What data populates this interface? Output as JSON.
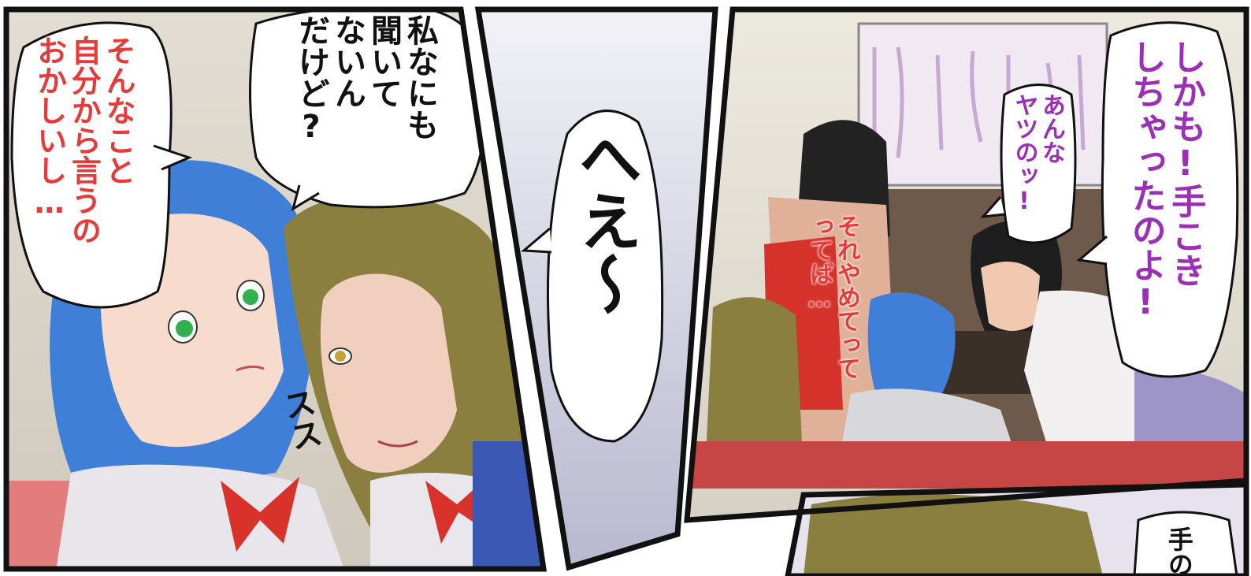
{
  "colors": {
    "red_text": "#e83a3a",
    "black_text": "#111111",
    "purple_text": "#9b2fb6",
    "blue_hair": "#3f7fd8",
    "olive_hair": "#8a7f3e",
    "black_hair": "#222222",
    "ribbon": "#d8322b"
  },
  "panels": {
    "left": {
      "bubble_red": "そんなこと\n自分から言うの\nおかしいし…",
      "bubble_black": "私なにも\n聞いて\nないん\nだけど?",
      "sfx": "スス"
    },
    "middle": {
      "bubble": "へえ〜"
    },
    "right": {
      "bubble_purple_large": "しかも!手こき\nしちゃったのよ!",
      "bubble_purple_small": "あんな\nヤツのッ!",
      "bubble_red": "それやめてって\nってば…"
    },
    "bottom_right": {
      "bubble": "手の"
    }
  }
}
